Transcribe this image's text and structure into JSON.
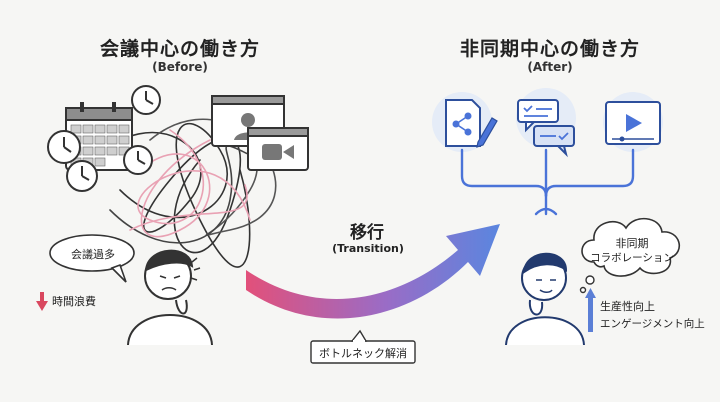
{
  "before": {
    "title": "会議中心の働き方",
    "subtitle": "(Before)",
    "bubble": "会議過多",
    "indicator": "時間浪費"
  },
  "transition": {
    "title": "移行",
    "subtitle": "(Transition)",
    "callout": "ボトルネック解消"
  },
  "after": {
    "title": "非同期中心の働き方",
    "subtitle": "(After)",
    "cloud_line1": "非同期",
    "cloud_line2": "コラボレーション",
    "indicator_line1": "生産性向上",
    "indicator_line2": "エンゲージメント向上"
  },
  "colors": {
    "down_arrow": "#d9485f",
    "up_arrow": "#5b7fd6",
    "gradient_start": "#e2507a",
    "gradient_end": "#5a86df",
    "blue_line": "#4a73d8"
  }
}
